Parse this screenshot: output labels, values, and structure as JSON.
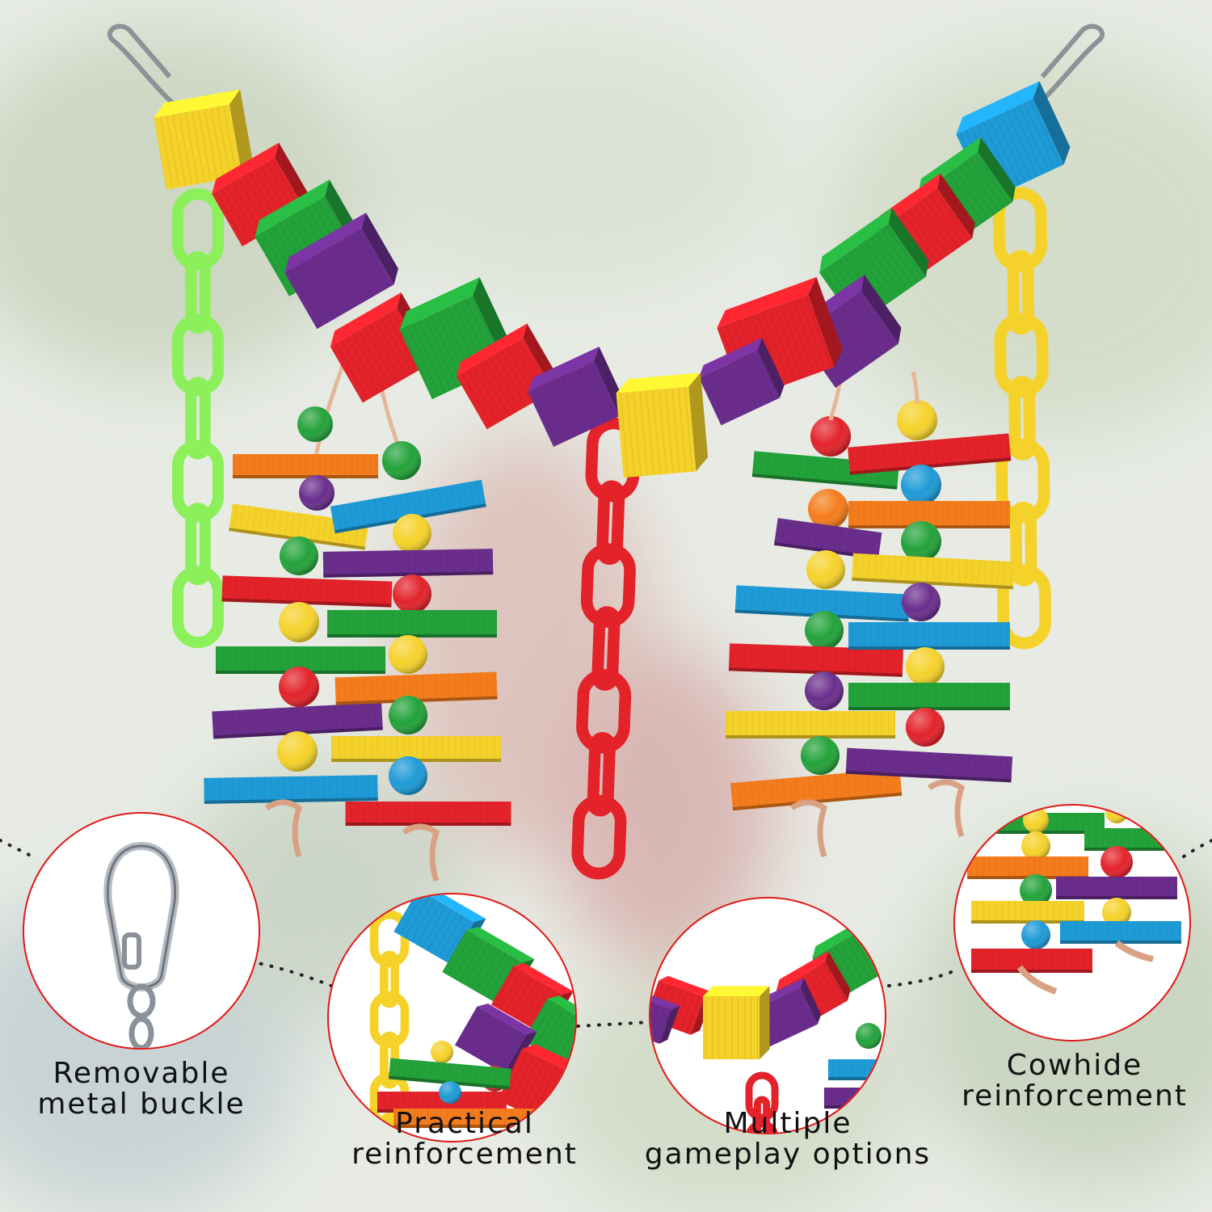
{
  "product": {
    "image_alt": "Colorful wooden bird toy with hanging block strands and chains"
  },
  "callouts": [
    {
      "line1": "Removable",
      "line2": "metal buckle",
      "icon": "carabiner-icon"
    },
    {
      "line1": "Practical",
      "line2": "reinforcement",
      "icon": "chain-link-icon"
    },
    {
      "line1": "Multiple",
      "line2": "gameplay options",
      "icon": "wood-block-icon"
    },
    {
      "line1": "Cowhide",
      "line2": "reinforcement",
      "icon": "leather-knot-icon"
    }
  ],
  "colors": {
    "zoom_border": "#e01818",
    "red": "#e3222a",
    "green": "#23a23a",
    "yellow": "#f5d22a",
    "blue": "#1e9ad6",
    "purple": "#6a2d8c",
    "orange": "#f47c1c",
    "lime": "#8bf05a"
  }
}
